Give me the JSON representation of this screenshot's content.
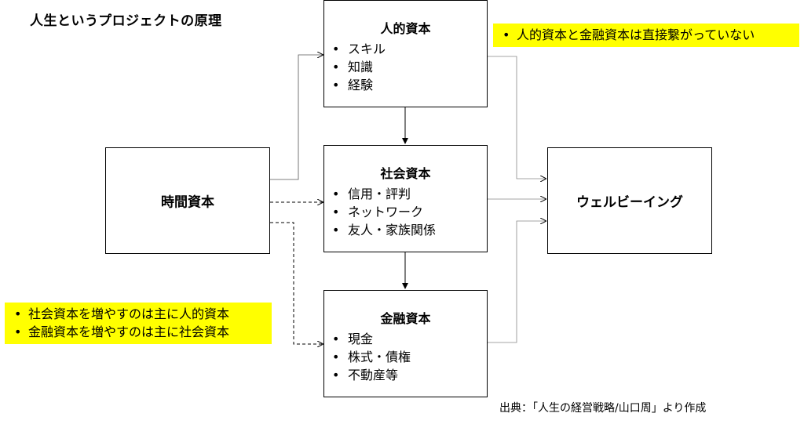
{
  "title": "人生というプロジェクトの原理",
  "boxes": {
    "jinteki": {
      "title": "人的資本",
      "items": [
        "スキル",
        "知識",
        "経験"
      ]
    },
    "shakai": {
      "title": "社会資本",
      "items": [
        "信用・評判",
        "ネットワーク",
        "友人・家族関係"
      ]
    },
    "kinyu": {
      "title": "金融資本",
      "items": [
        "現金",
        "株式・債権",
        "不動産等"
      ]
    },
    "jikan": {
      "title": "時間資本"
    },
    "wellbeing": {
      "title": "ウェルビーイング"
    }
  },
  "notes": {
    "top_right": [
      "人的資本と金融資本は直接繋がっていない"
    ],
    "bottom_left": [
      "社会資本を増やすのは主に人的資本",
      "金融資本を増やすのは主に社会資本"
    ]
  },
  "source": "出典：「人生の経営戦略/山口周」より作成",
  "colors": {
    "highlight": "#ffff00",
    "line": "#000000",
    "thin_line": "#888888"
  }
}
